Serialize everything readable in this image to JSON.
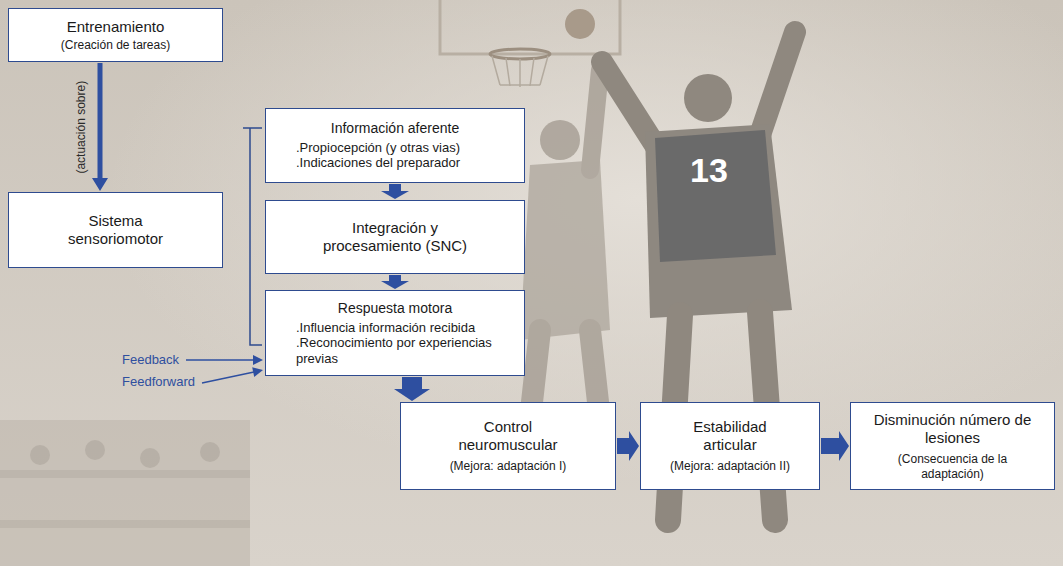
{
  "diagram": {
    "nodes": [
      {
        "text": [
          "Entrenamiento",
          "(Creación de tareas)"
        ]
      },
      {
        "text": [
          "Sistema sensoriomotor"
        ]
      },
      {
        "text": [
          "Información aferente",
          ".Propiocepción (y otras vias)",
          ".Indicaciones del preparador"
        ]
      },
      {
        "text": [
          "Integración y procesamiento (SNC)"
        ]
      },
      {
        "text": [
          "Respuesta motora",
          ".Influencia información recibida",
          ".Reconocimiento por experiencias previas"
        ]
      },
      {
        "text": [
          "Control neuromuscular",
          "(Mejora: adaptación I)"
        ]
      },
      {
        "text": [
          "Estabilidad articular",
          "(Mejora: adaptación II)"
        ]
      },
      {
        "text": [
          "Disminución número de lesiones",
          "(Consecuencia de la adaptación)"
        ]
      }
    ],
    "edges": [
      {
        "from": 0,
        "to": 1,
        "arrow": "to",
        "label": "(actuación sobre)"
      },
      {
        "from": 2,
        "to": 3,
        "arrow": "to"
      },
      {
        "from": 3,
        "to": 4,
        "arrow": "to"
      },
      {
        "from": 4,
        "to": 5,
        "arrow": "to"
      },
      {
        "from": 5,
        "to": 6,
        "arrow": "to"
      },
      {
        "from": 6,
        "to": 7,
        "arrow": "to"
      }
    ],
    "labels": [
      "Feedback",
      "Feedforward",
      "13"
    ]
  }
}
